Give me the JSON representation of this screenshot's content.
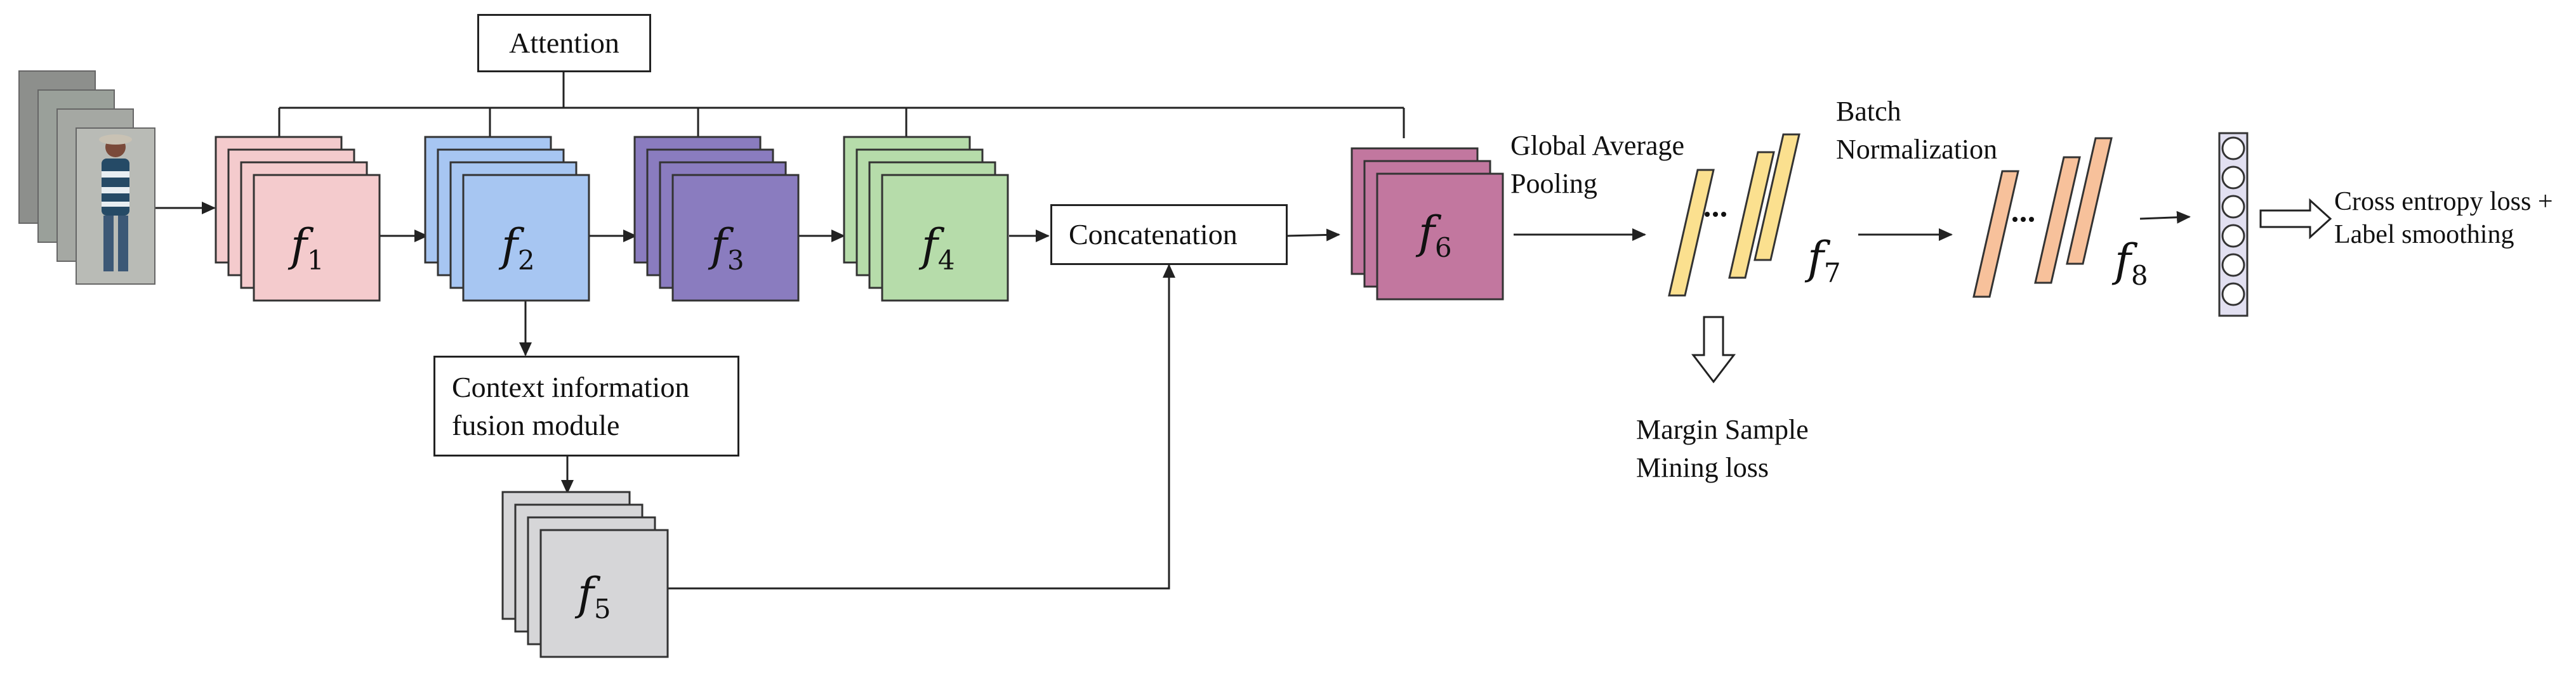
{
  "colors": {
    "f1": "#f4cbcd",
    "f2": "#a7c6f2",
    "f3": "#8a7cbf",
    "f4": "#b6dcaa",
    "f5": "#d6d6d8",
    "f6": "#c2779f",
    "f7_bars": "#fbe08f",
    "f8_bars": "#f7c19b",
    "classifier": "#e2e0f1",
    "line": "#222222"
  },
  "input_images": {
    "description_icon": "person-image-stack-icon"
  },
  "labels": {
    "attention": "Attention",
    "concatenation": "Concatenation",
    "context_module_line1": "Context information",
    "context_module_line2": "fusion module",
    "gap_line1": "Global Average",
    "gap_line2": "Pooling",
    "bn_line1": "Batch",
    "bn_line2": "Normalization",
    "margin_line1": "Margin Sample",
    "margin_line2": "Mining loss",
    "ce_line1": "Cross entropy loss +",
    "ce_line2": "Label smoothing",
    "ellipsis": "..."
  },
  "features": [
    {
      "symbol": "f",
      "sub": "1"
    },
    {
      "symbol": "f",
      "sub": "2"
    },
    {
      "symbol": "f",
      "sub": "3"
    },
    {
      "symbol": "f",
      "sub": "4"
    },
    {
      "symbol": "f",
      "sub": "5"
    },
    {
      "symbol": "f",
      "sub": "6"
    },
    {
      "symbol": "f",
      "sub": "7"
    },
    {
      "symbol": "f",
      "sub": "8"
    }
  ]
}
